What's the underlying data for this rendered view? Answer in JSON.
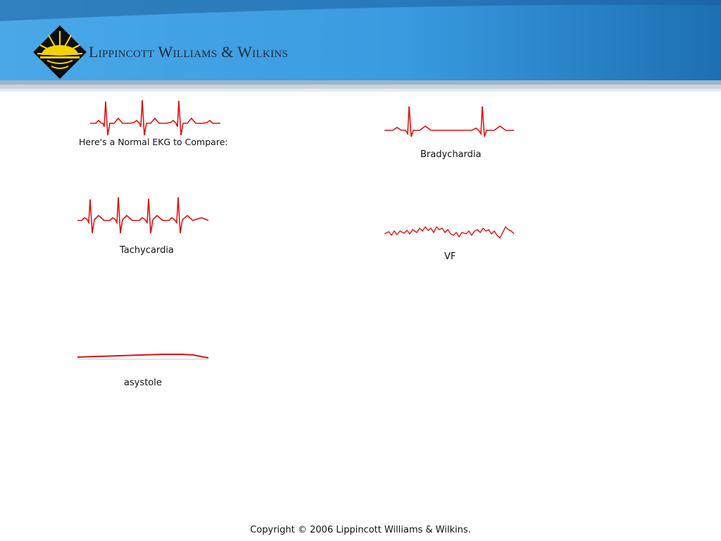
{
  "header": {
    "brand_name": "Lippincott Williams & Wilkins",
    "logo_icon": "sunburst-diamond-icon",
    "colors": {
      "band_light": "#3d9fe3",
      "band_dark": "#1f6fb0",
      "logo_yellow": "#f5d200",
      "ekg_red": "#e01010"
    }
  },
  "strips": {
    "normal": {
      "caption": "Here's a Normal EKG to Compare:"
    },
    "bradycardia": {
      "caption": "Bradychardia"
    },
    "tachycardia": {
      "caption": "Tachycardia"
    },
    "vf": {
      "caption": "VF"
    },
    "asystole": {
      "caption": "asystole"
    }
  },
  "footer": {
    "copyright": "Copyright © 2006 Lippincott Williams & Wilkins."
  }
}
